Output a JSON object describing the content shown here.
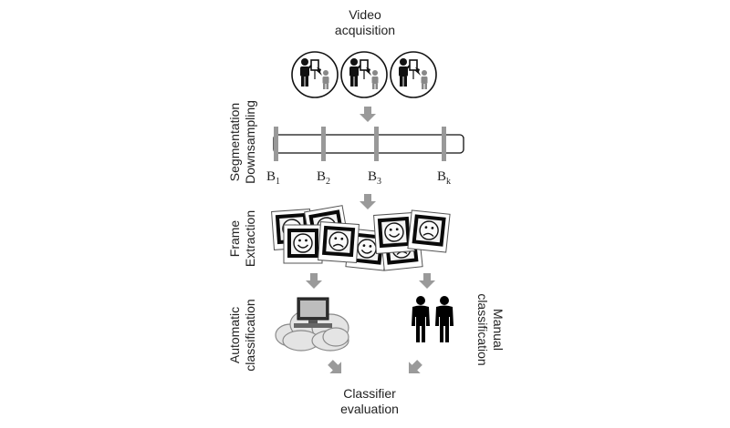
{
  "steps": {
    "video_acquisition": {
      "line1": "Video",
      "line2": "acquisition"
    },
    "segmentation": {
      "line1": "Segmentation",
      "line2": "Downsampling"
    },
    "frame_extraction": {
      "line1": "Frame",
      "line2": "Extraction"
    },
    "automatic": {
      "line1": "Automatic",
      "line2": "classification"
    },
    "manual": {
      "line1": "Manual",
      "line2": "classification"
    },
    "evaluation": {
      "line1": "Classifier",
      "line2": "evaluation"
    }
  },
  "timeline": {
    "boundaries": [
      {
        "base": "B",
        "sub": "1"
      },
      {
        "base": "B",
        "sub": "2"
      },
      {
        "base": "B",
        "sub": "3"
      },
      {
        "base": "B",
        "sub": "k"
      }
    ]
  },
  "icons": {
    "camera_circles": [
      "person-camera-icon",
      "person-camera-icon",
      "person-camera-icon"
    ],
    "photos": [
      "smiley-happy-icon",
      "smiley-sad-icon",
      "smiley-happy-icon",
      "smiley-happy-icon",
      "smiley-sad-icon"
    ],
    "computer": "computer-cloud-icon",
    "people": "people-icon"
  },
  "colors": {
    "arrow": "#9a9a9a",
    "ink": "#111111",
    "cloud": "#e6e6e6"
  }
}
